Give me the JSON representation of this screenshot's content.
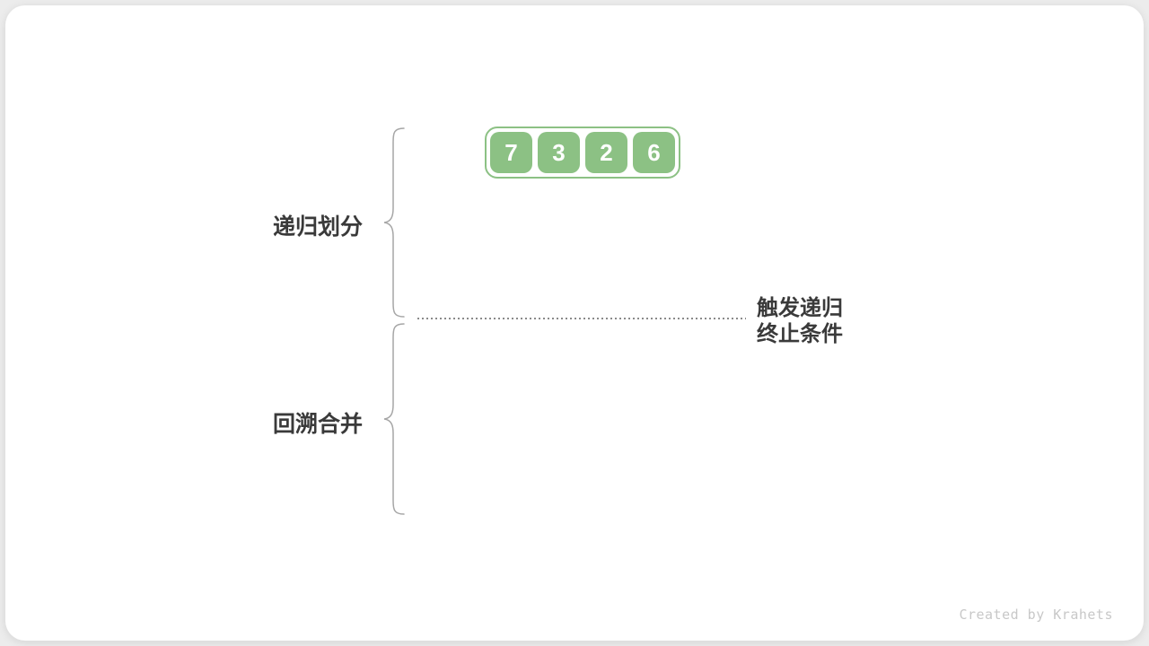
{
  "diagram": {
    "title_context": "merge-sort recursion diagram",
    "array": {
      "values": [
        "7",
        "3",
        "2",
        "6"
      ]
    },
    "labels": {
      "phase_top": "递归划分",
      "phase_bottom": "回溯合并",
      "trigger_line1": "触发递归",
      "trigger_line2": "终止条件"
    },
    "colors": {
      "node_green": "#8cc184",
      "text_dark": "#3a3a3a",
      "brace_gray": "#a6a6a6",
      "dotted_gray": "#8a8a8a",
      "card_bg": "#ffffff",
      "page_bg": "#ececec",
      "watermark_gray": "#c8c8c8"
    }
  },
  "footer": {
    "watermark": "Created by Krahets"
  }
}
